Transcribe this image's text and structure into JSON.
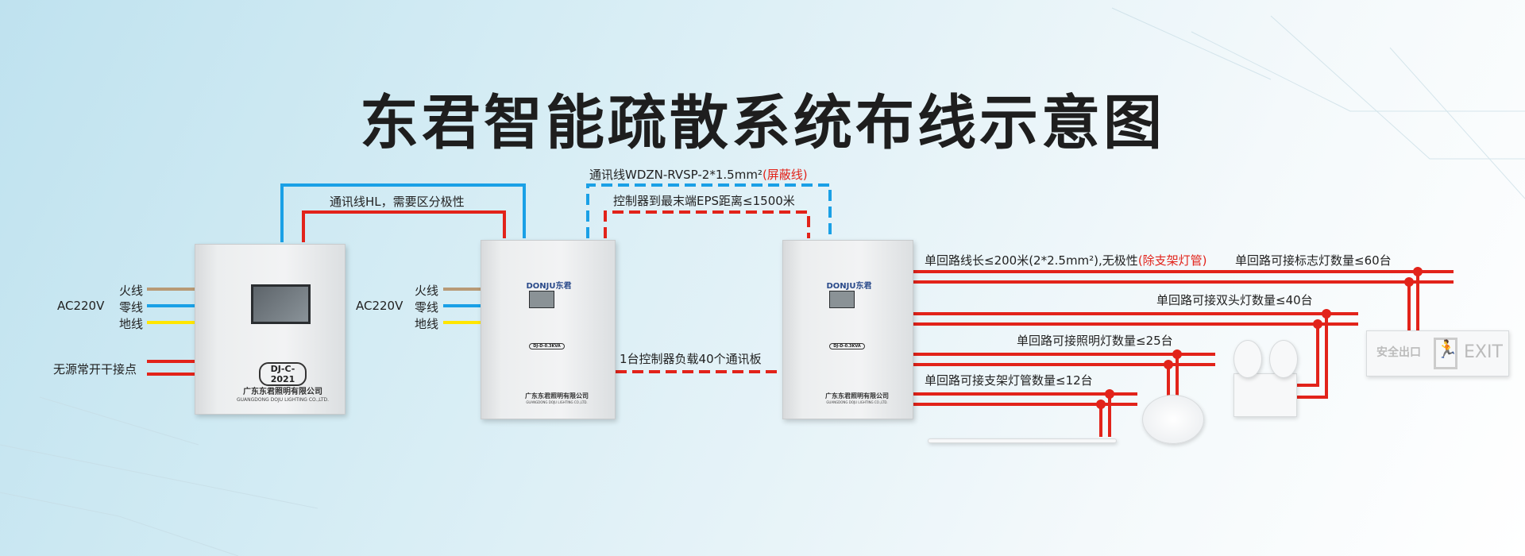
{
  "title": "东君智能疏散系统布线示意图",
  "top_links": {
    "hl_label": "通讯线HL，需要区分极性",
    "rvsp_label": "通讯线WDZN-RVSP-2*1.5mm²",
    "rvsp_note": "(屏蔽线)",
    "distance_label": "控制器到最末端EPS距离≤1500米"
  },
  "power": {
    "ac": "AC220V",
    "live": "火线",
    "neutral": "零线",
    "ground": "地线"
  },
  "dry_contact": "无源常开干接点",
  "controller_load": "1台控制器负载40个通讯板",
  "controller": {
    "model": "DJ-C-2021",
    "company": "广东东君照明有限公司",
    "company_en": "GUANGDONG DOJU LIGHTING CO.,LTD."
  },
  "eps": {
    "brand": "DONJU东君",
    "model": "DJ-D-0.3KVA",
    "company": "广东东君照明有限公司",
    "company_en": "GUANGDONG DOJU LIGHTING CO.,LTD."
  },
  "circuits": {
    "length": "单回路线长≤200米(2*2.5mm²),无极性",
    "length_note": "(除支架灯管)",
    "sign": "单回路可接标志灯数量≤60台",
    "double": "单回路可接双头灯数量≤40台",
    "lighting": "单回路可接照明灯数量≤25台",
    "tube": "单回路可接支架灯管数量≤12台"
  },
  "exit_sign": {
    "cn": "安全出口",
    "en": "EXIT"
  },
  "colors": {
    "red": "#e2231a",
    "blue": "#1aa0e6",
    "brown": "#b89a76",
    "yellow": "#ffe600"
  }
}
